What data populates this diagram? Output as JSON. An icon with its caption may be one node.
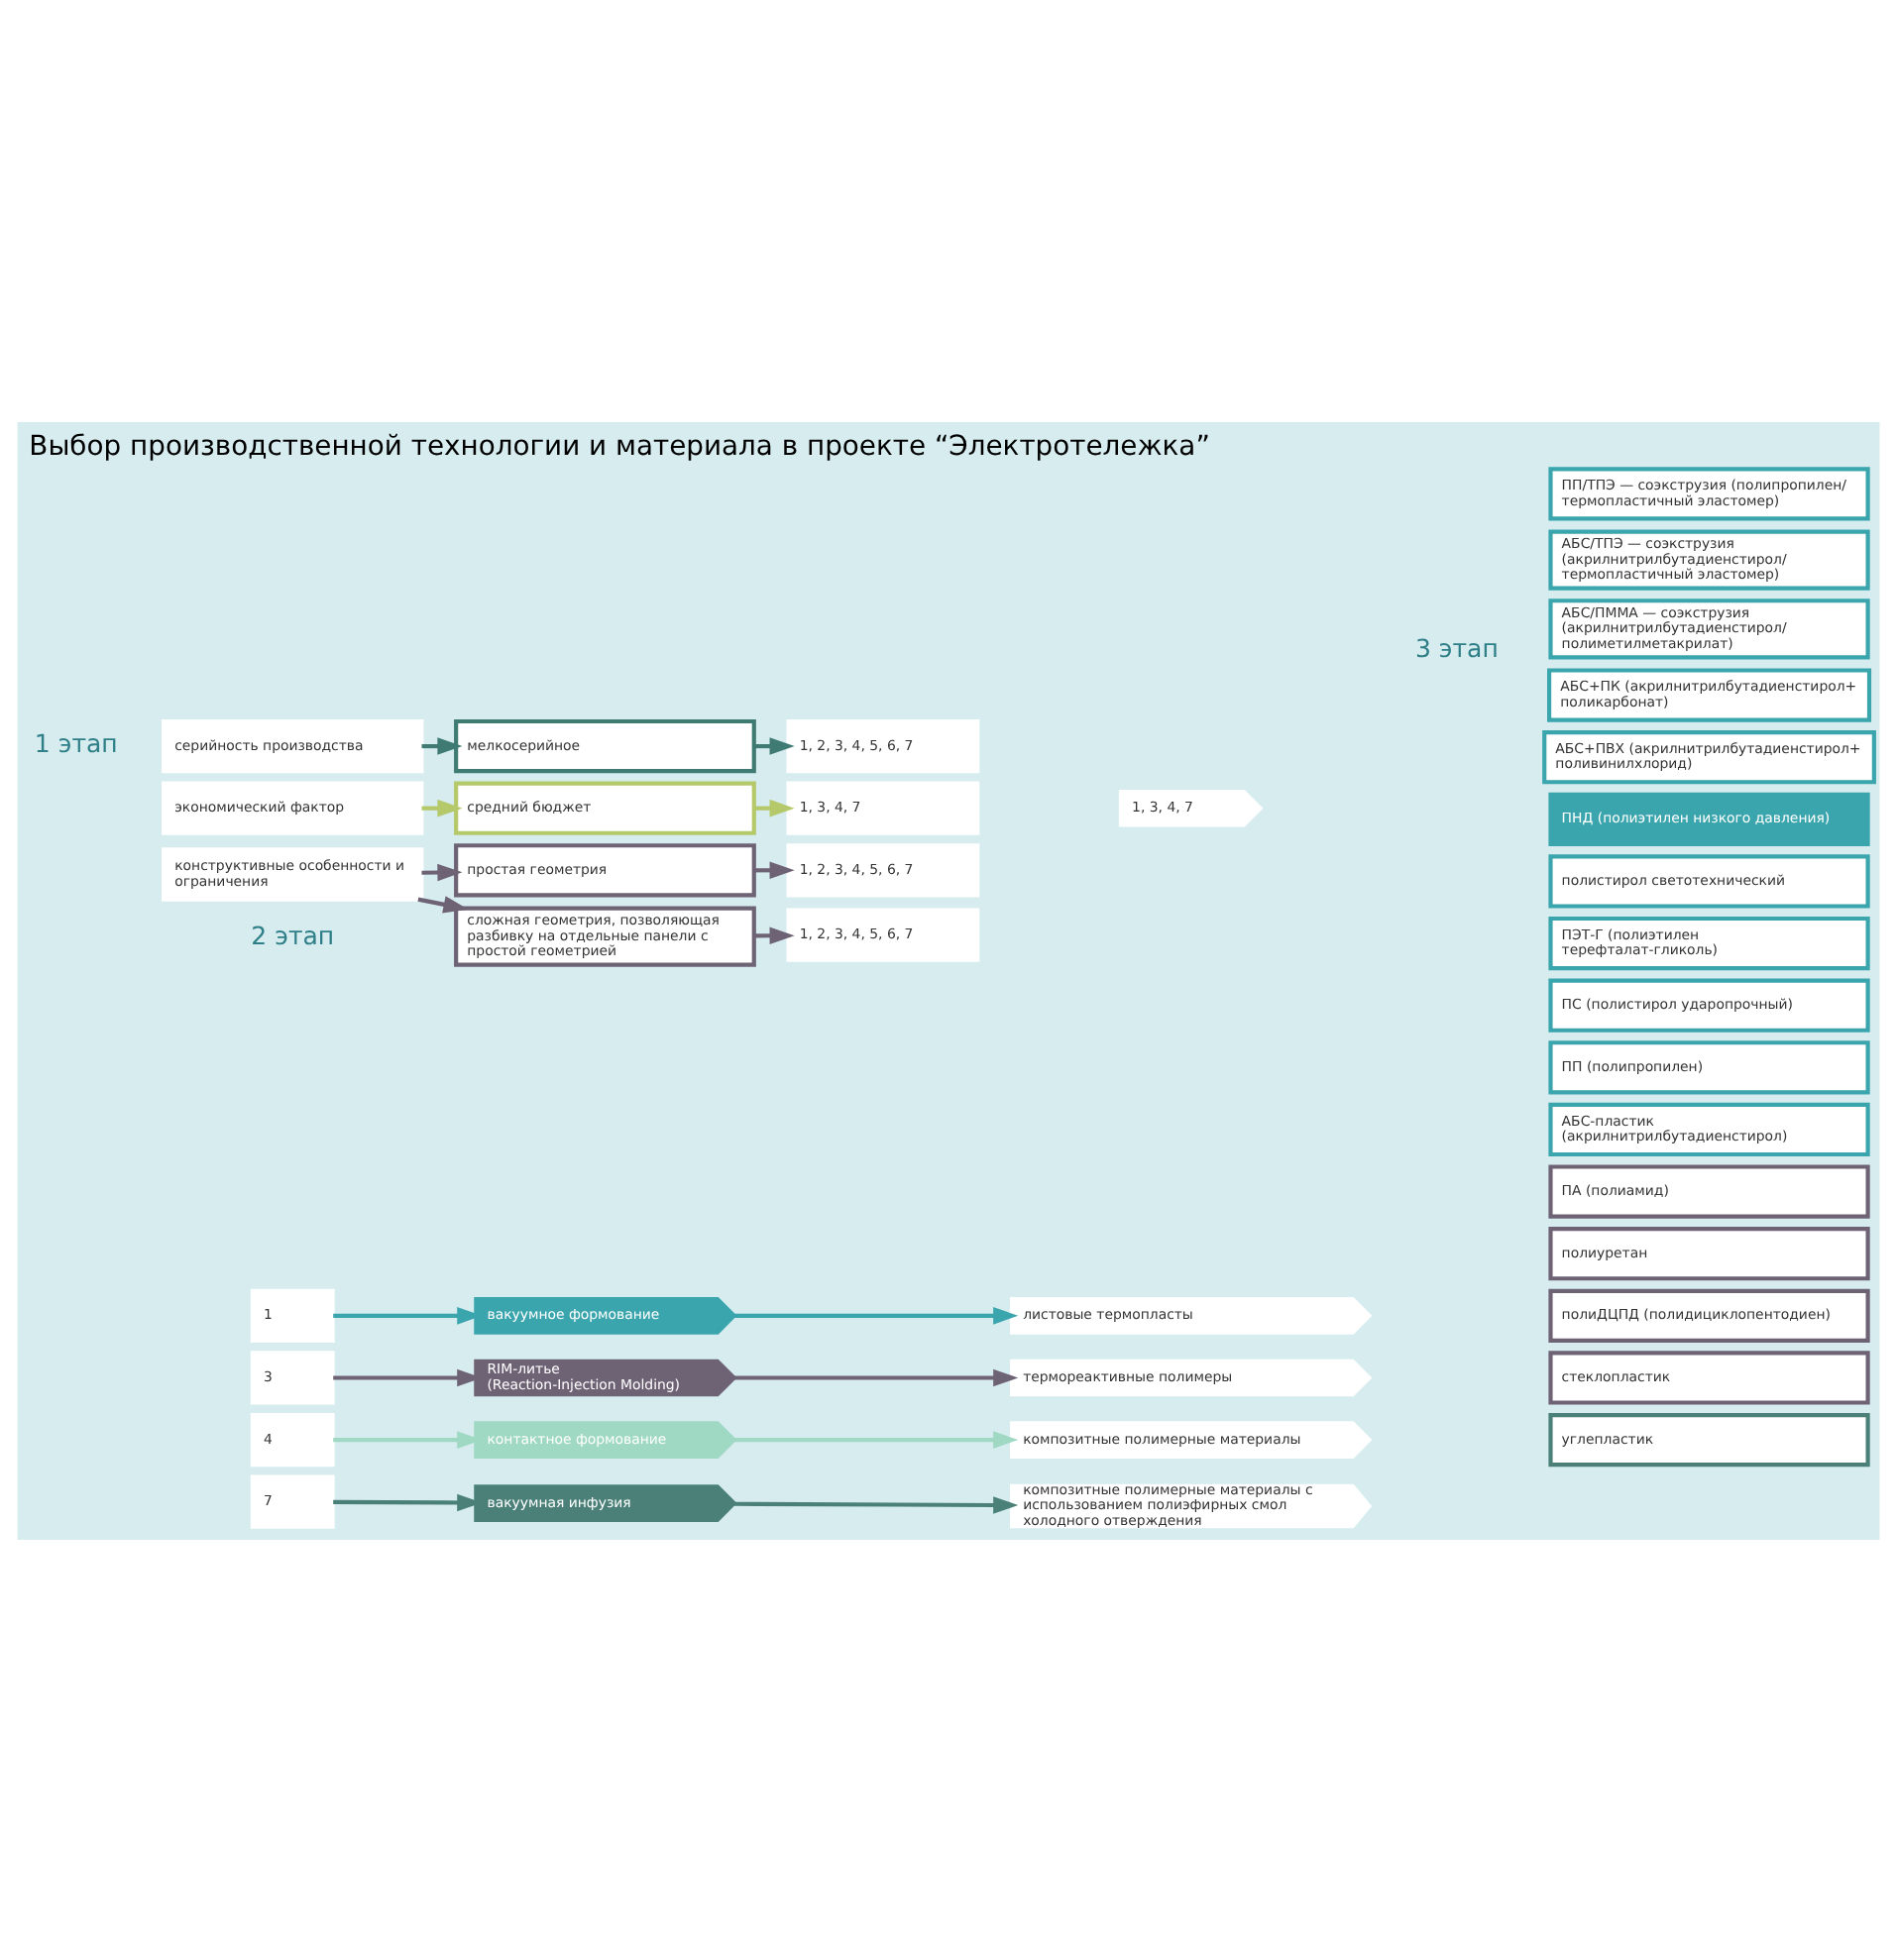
{
  "diagram": {
    "title": "Выбор производственной технологии и материала в проекте “Электротележка”",
    "nodes": [
      {
        "text": [
          "серийность производства"
        ]
      },
      {
        "text": [
          "экономический фактор"
        ]
      },
      {
        "text": [
          "конструктивные особенности и ограничения"
        ]
      },
      {
        "text": [
          "мелкосерийное"
        ]
      },
      {
        "text": [
          "средний бюджет"
        ]
      },
      {
        "text": [
          "простая геометрия"
        ]
      },
      {
        "text": [
          "сложная геометрия, позволяющая разбивку на отдельные панели с простой геометрией"
        ]
      },
      {
        "text": [
          "1, 2, 3, 4, 5, 6, 7"
        ]
      },
      {
        "text": [
          "1, 3, 4, 7"
        ]
      },
      {
        "text": [
          "1, 2, 3, 4, 5, 6, 7"
        ]
      },
      {
        "text": [
          "1, 2, 3, 4, 5, 6, 7"
        ]
      },
      {
        "text": [
          "1, 3, 4, 7"
        ]
      },
      {
        "text": [
          "1"
        ]
      },
      {
        "text": [
          "вакуумное формование"
        ]
      },
      {
        "text": [
          "листовые термопласты"
        ]
      },
      {
        "text": [
          "3"
        ]
      },
      {
        "text": [
          "RIM-литье (Reaction-Injection Molding)"
        ]
      },
      {
        "text": [
          "термореактивные полимеры"
        ]
      },
      {
        "text": [
          "4"
        ]
      },
      {
        "text": [
          "контактное формование"
        ]
      },
      {
        "text": [
          "композитные полимерные материалы"
        ]
      },
      {
        "text": [
          "7"
        ]
      },
      {
        "text": [
          "вакуумная инфузия"
        ]
      },
      {
        "text": [
          "композитные полимерные материалы с использованием полиэфирных смол холодного отверждения"
        ]
      },
      {
        "text": [
          "ПП/ТПЭ — соэкструзия (полипропилен/ термопластичный эластомер)"
        ]
      },
      {
        "text": [
          "АБС/ТПЭ — соэкструзия (акрилнитрилбутадиенстирол/ термопластичный эластомер)"
        ]
      },
      {
        "text": [
          "АБС/ПММА — соэкструзия (акрилнитрилбутадиенстирол/ полиметилметакрилат)"
        ]
      },
      {
        "text": [
          "АБС+ПК (акрилнитрилбутадиенстирол+ поликарбонат)"
        ]
      },
      {
        "text": [
          "АБС+ПВХ (акрилнитрилбутадиенстирол+ поливинилхлорид)"
        ]
      },
      {
        "text": [
          "ПНД (полиэтилен низкого давления)"
        ]
      },
      {
        "text": [
          "полистирол светотехнический"
        ]
      },
      {
        "text": [
          "ПЭТ-Г (полиэтилен терефталат-гликоль)"
        ]
      },
      {
        "text": [
          "ПС (полистирол ударопрочный)"
        ]
      },
      {
        "text": [
          "ПП (полипропилен)"
        ]
      },
      {
        "text": [
          "АБС-пластик (акрилнитрилбутадиенстирол)"
        ]
      },
      {
        "text": [
          "ПА (полиамид)"
        ]
      },
      {
        "text": [
          "полиуретан"
        ]
      },
      {
        "text": [
          "полиДЦПД (полидициклопентодиен)"
        ]
      },
      {
        "text": [
          "стеклопластик"
        ]
      },
      {
        "text": [
          "углепластик"
        ]
      }
    ],
    "edges": [
      {
        "from": 0,
        "to": 3,
        "arrow": "to",
        "color": "#3f7a73"
      },
      {
        "from": 1,
        "to": 4,
        "arrow": "to",
        "color": "#b5c96a"
      },
      {
        "from": 2,
        "to": 5,
        "arrow": "to",
        "color": "#6e6275"
      },
      {
        "from": 2,
        "to": 6,
        "arrow": "to",
        "color": "#6e6275"
      },
      {
        "from": 3,
        "to": 7,
        "arrow": "to",
        "color": "#3f7a73"
      },
      {
        "from": 4,
        "to": 8,
        "arrow": "to",
        "color": "#b5c96a"
      },
      {
        "from": 5,
        "to": 9,
        "arrow": "to",
        "color": "#6e6275"
      },
      {
        "from": 6,
        "to": 10,
        "arrow": "to",
        "color": "#6e6275"
      },
      {
        "from": 12,
        "to": 13,
        "arrow": "to",
        "color": "#3aa5ad"
      },
      {
        "from": 13,
        "to": 14,
        "arrow": "to",
        "color": "#3aa5ad"
      },
      {
        "from": 15,
        "to": 16,
        "arrow": "to",
        "color": "#6e6275"
      },
      {
        "from": 16,
        "to": 17,
        "arrow": "to",
        "color": "#6e6275"
      },
      {
        "from": 18,
        "to": 19,
        "arrow": "to",
        "color": "#9fd8c3"
      },
      {
        "from": 19,
        "to": 20,
        "arrow": "to",
        "color": "#9fd8c3"
      },
      {
        "from": 21,
        "to": 22,
        "arrow": "to",
        "color": "#4a8078"
      },
      {
        "from": 22,
        "to": 23,
        "arrow": "to",
        "color": "#4a8078"
      }
    ],
    "labels": [
      "1 этап",
      "2 этап",
      "3 этап"
    ]
  }
}
